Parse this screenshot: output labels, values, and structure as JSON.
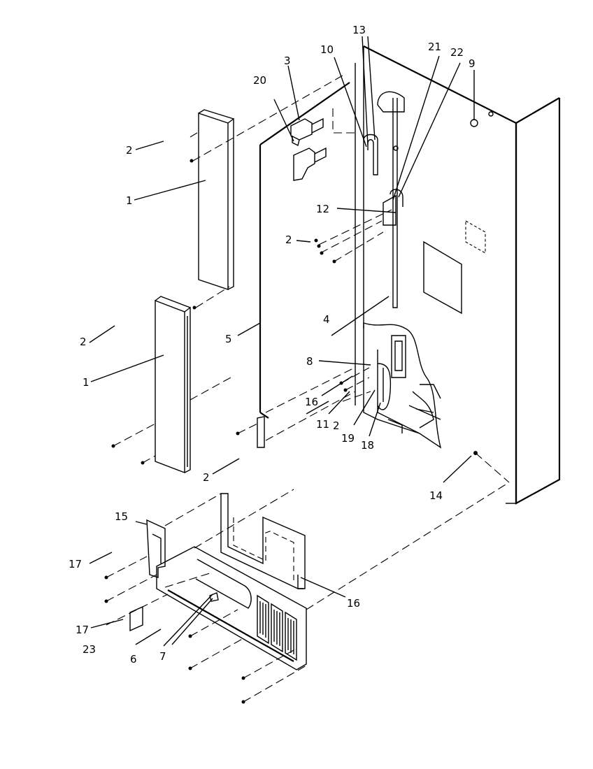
{
  "diagram": {
    "callouts": [
      {
        "id": "c1a",
        "text": "1"
      },
      {
        "id": "c1b",
        "text": "1"
      },
      {
        "id": "c2a",
        "text": "2"
      },
      {
        "id": "c2b",
        "text": "2"
      },
      {
        "id": "c2c",
        "text": "2"
      },
      {
        "id": "c2d",
        "text": "2"
      },
      {
        "id": "c2e",
        "text": "2"
      },
      {
        "id": "c3",
        "text": "3"
      },
      {
        "id": "c4",
        "text": "4"
      },
      {
        "id": "c5",
        "text": "5"
      },
      {
        "id": "c6",
        "text": "6"
      },
      {
        "id": "c7",
        "text": "7"
      },
      {
        "id": "c8",
        "text": "8"
      },
      {
        "id": "c9",
        "text": "9"
      },
      {
        "id": "c10",
        "text": "10"
      },
      {
        "id": "c11",
        "text": "11"
      },
      {
        "id": "c12",
        "text": "12"
      },
      {
        "id": "c13",
        "text": "13"
      },
      {
        "id": "c14",
        "text": "14"
      },
      {
        "id": "c15",
        "text": "15"
      },
      {
        "id": "c16a",
        "text": "16"
      },
      {
        "id": "c16b",
        "text": "16"
      },
      {
        "id": "c17a",
        "text": "17"
      },
      {
        "id": "c17b",
        "text": "17"
      },
      {
        "id": "c18",
        "text": "18"
      },
      {
        "id": "c19",
        "text": "19"
      },
      {
        "id": "c20",
        "text": "20"
      },
      {
        "id": "c21",
        "text": "21"
      },
      {
        "id": "c22",
        "text": "22"
      },
      {
        "id": "c23",
        "text": "23"
      }
    ]
  }
}
